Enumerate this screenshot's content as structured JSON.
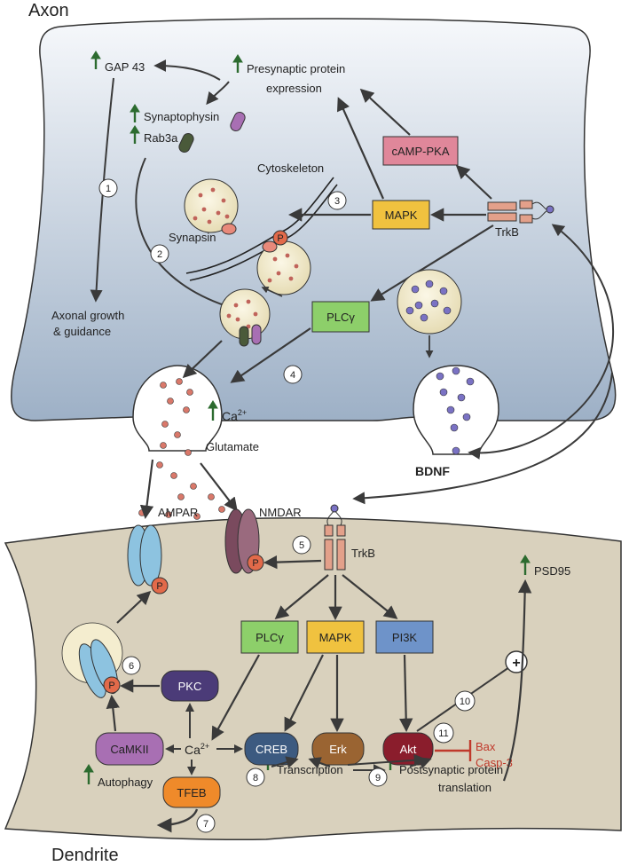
{
  "regions": {
    "axon": "Axon",
    "dendrite": "Dendrite"
  },
  "presynaptic": {
    "gap43": "GAP 43",
    "presynaptic_protein_1": "Presynaptic protein",
    "presynaptic_protein_2": "expression",
    "synaptophysin": "Synaptophysin",
    "rab3a": "Rab3a",
    "cytoskeleton": "Cytoskeleton",
    "synapsin": "Synapsin",
    "phospho": "P",
    "camp_pka": "cAMP-PKA",
    "mapk": "MAPK",
    "trkb": "TrkB",
    "plcg": "PLCγ",
    "axonal_growth_1": "Axonal growth",
    "axonal_growth_2": "& guidance",
    "calcium": "Ca",
    "calcium_sup": "2+",
    "glutamate": "Glutamate",
    "bdnf": "BDNF"
  },
  "postsynaptic": {
    "ampar": "AMPAR",
    "nmdar": "NMDAR",
    "phospho": "P",
    "trkb": "TrkB",
    "psd95": "PSD95",
    "plcg": "PLCγ",
    "mapk": "MAPK",
    "pi3k": "PI3K",
    "pkc": "PKC",
    "camkii": "CaMKII",
    "calcium": "Ca",
    "calcium_sup": "2+",
    "creb": "CREB",
    "erk": "Erk",
    "akt": "Akt",
    "bax": "Bax",
    "casp3": "Casp-3",
    "tfeb": "TFEB",
    "autophagy": "Autophagy",
    "transcription": "Transcription",
    "postsyn_translation_1": "Postsynaptic protein",
    "postsyn_translation_2": "translation",
    "plus": "+"
  },
  "steps": [
    "1",
    "2",
    "3",
    "4",
    "5",
    "6",
    "7",
    "8",
    "9",
    "10",
    "11"
  ],
  "colors": {
    "axon_top": "#f6f8fb",
    "axon_bottom": "#9db0c6",
    "dendrite_fill": "#d9d1bd",
    "up_arrow": "#2c6b2f",
    "camp_pka": "#e0879a",
    "mapk": "#f0c23f",
    "plcg": "#8dcf6a",
    "pi3k": "#6e93c9",
    "pkc": "#4b3b78",
    "camkii": "#a86fb3",
    "creb": "#3c5a80",
    "erk": "#9a6432",
    "akt": "#8a1d2c",
    "tfeb": "#ef8a2a",
    "inhibit": "#c0392b",
    "vesicle": "#f4edcf",
    "glutamate_dot": "#d9786a",
    "bdnf_dot": "#7a72c4",
    "trkb": "#e3a08a",
    "phospho": "#e26a4a"
  }
}
